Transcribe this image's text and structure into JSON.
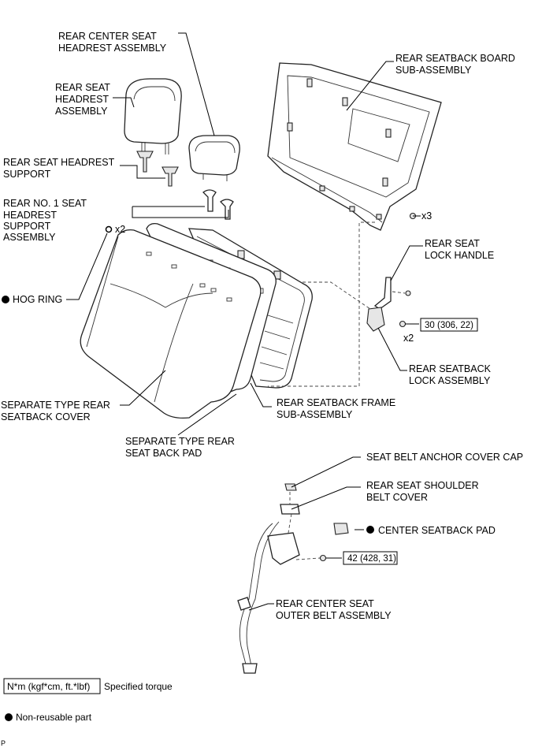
{
  "labels": {
    "rear_center_headrest": [
      "REAR CENTER SEAT",
      "HEADREST ASSEMBLY"
    ],
    "rear_seatback_board": [
      "REAR SEATBACK BOARD",
      "SUB-ASSEMBLY"
    ],
    "rear_seat_headrest": [
      "REAR SEAT",
      "HEADREST",
      "ASSEMBLY"
    ],
    "headrest_support": [
      "REAR SEAT HEADREST",
      "SUPPORT"
    ],
    "no1_headrest_support": [
      "REAR NO. 1 SEAT",
      "HEADREST",
      "SUPPORT",
      "ASSEMBLY"
    ],
    "hog_ring": "HOG RING",
    "rear_seat_lock_handle": [
      "REAR SEAT",
      "LOCK HANDLE"
    ],
    "rear_seatback_lock": [
      "REAR SEATBACK",
      "LOCK ASSEMBLY"
    ],
    "separate_cover": [
      "SEPARATE TYPE REAR",
      "SEATBACK COVER"
    ],
    "seatback_frame": [
      "REAR SEATBACK FRAME",
      "SUB-ASSEMBLY"
    ],
    "separate_pad": [
      "SEPARATE TYPE REAR",
      "SEAT BACK PAD"
    ],
    "anchor_cover_cap": "SEAT BELT ANCHOR COVER CAP",
    "shoulder_belt_cover": [
      "REAR SEAT SHOULDER",
      "BELT COVER"
    ],
    "center_seatback_pad": "CENTER SEATBACK PAD",
    "outer_belt": [
      "REAR CENTER SEAT",
      "OUTER BELT ASSEMBLY"
    ]
  },
  "quantities": {
    "hog_ring": "x2",
    "board_clips": "x3",
    "lock_bolts": "x2"
  },
  "torque": {
    "lock_assembly": "30 (306, 22)",
    "belt_anchor": "42 (428, 31)"
  },
  "legend": {
    "torque_unit": "N*m (kgf*cm, ft.*lbf)",
    "torque_caption": "Specified torque",
    "nonreusable_caption": "Non-reusable part"
  },
  "corner_mark": "P"
}
